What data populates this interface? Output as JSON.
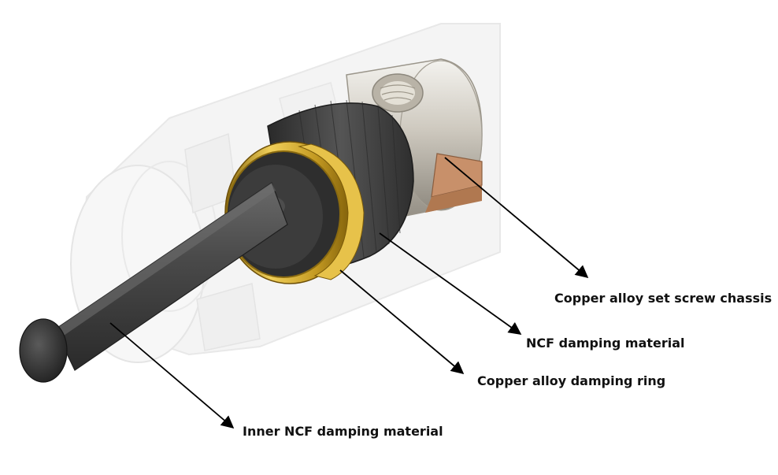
{
  "diagram": {
    "subject": "connector-cross-section-illustration",
    "callouts": [
      {
        "id": "chassis",
        "label": "Copper alloy set screw chassis"
      },
      {
        "id": "ncf",
        "label": "NCF damping material"
      },
      {
        "id": "ring",
        "label": "Copper alloy damping ring"
      },
      {
        "id": "inner",
        "label": "Inner NCF damping material"
      }
    ]
  },
  "colors": {
    "background": "#ffffff",
    "ghost_shell": "#e6e6e6",
    "chassis_metal": "#d8d4cc",
    "ncf_black": "#3a3a3a",
    "copper_ring": "#c9a227",
    "pin": "#4a4a4a",
    "label_text": "#111111",
    "leader_line": "#000000"
  }
}
